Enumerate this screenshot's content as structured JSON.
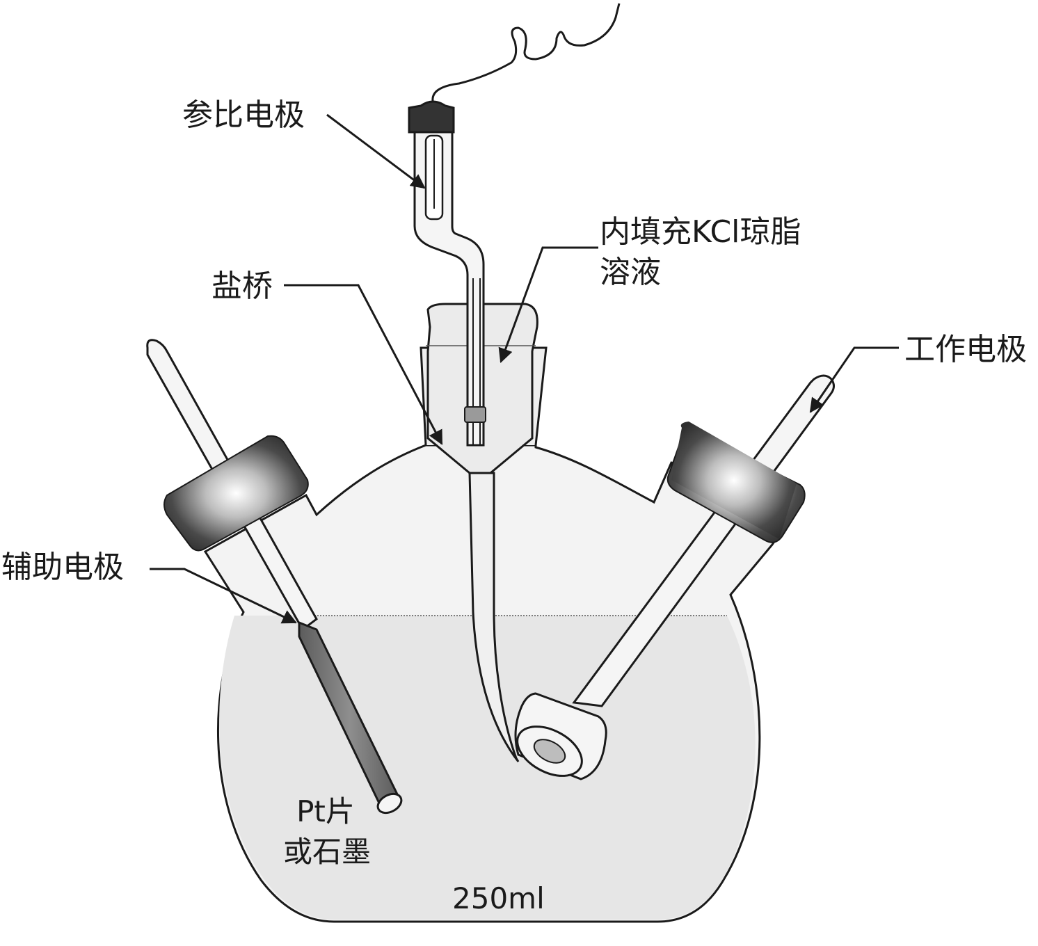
{
  "labels": {
    "reference_electrode": "参比电极",
    "kcl_agar_line1": "内填充KCl琼脂",
    "kcl_agar_line2": "溶液",
    "salt_bridge": "盐桥",
    "working_electrode": "工作电极",
    "counter_electrode": "辅助电极",
    "pt_line1": "Pt片",
    "pt_line2": "或石墨",
    "volume": "250ml"
  },
  "colors": {
    "line": "#1a1a1a",
    "glass": "#ececec",
    "solution": "#e6e6e6",
    "cap_dark": "#333333",
    "electrode_rod": "#7a7a7a"
  }
}
